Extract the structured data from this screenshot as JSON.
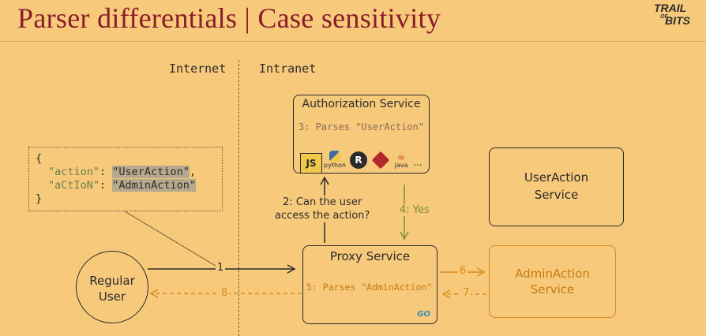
{
  "title": "Parser differentials | Case sensitivity",
  "logo": {
    "line1": "TRAIL",
    "line2": "OF",
    "line3": "BITS"
  },
  "zones": {
    "internet": "Internet",
    "intranet": "Intranet"
  },
  "auth": {
    "title": "Authorization Service",
    "parse": "3: Parses \"UserAction\"",
    "langs": [
      "JS",
      "python",
      "R",
      "ruby",
      "java",
      "..."
    ]
  },
  "json": {
    "open": "{",
    "line1_key": "\"action\"",
    "line1_val": "\"UserAction\"",
    "line2_key": "\"aCtIoN\"",
    "line2_val": "\"AdminAction\"",
    "close": "}"
  },
  "user": {
    "line1": "Regular",
    "line2": "User"
  },
  "proxy": {
    "title": "Proxy Service",
    "parse": "5: Parses \"AdminAction\"",
    "badge": "GO"
  },
  "user_action": {
    "line1": "UserAction",
    "line2": "Service"
  },
  "admin_action": {
    "line1": "AdminAction",
    "line2": "Service"
  },
  "arrows": {
    "step1": "1",
    "step2_line1": "2: Can the user",
    "step2_line2": "access the action?",
    "step4": "4: Yes",
    "step6": "6",
    "step7": "7",
    "step8": "8"
  },
  "colors": {
    "background": "#f7c97a",
    "title": "#8a1c2b",
    "ink": "#2b2b2b",
    "green": "#7a8f3a",
    "orange": "#d98a1c",
    "admin_text": "#c47a10"
  }
}
